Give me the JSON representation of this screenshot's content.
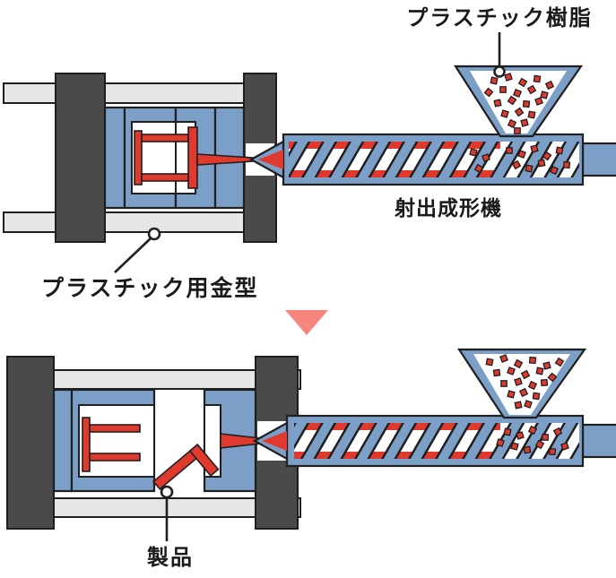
{
  "labels": {
    "resin": "プラスチック樹脂",
    "machine": "射出成形機",
    "mold": "プラスチック用金型",
    "product": "製品"
  },
  "colors": {
    "machine_blue": "#7c9fc7",
    "platen_dark": "#4a4a4a",
    "tie_bar_gray": "#e6e6e6",
    "plastic_red": "#e0392e",
    "arrow_pink": "#f6867e",
    "outline": "#1f1f1f",
    "background": "#ffffff"
  }
}
